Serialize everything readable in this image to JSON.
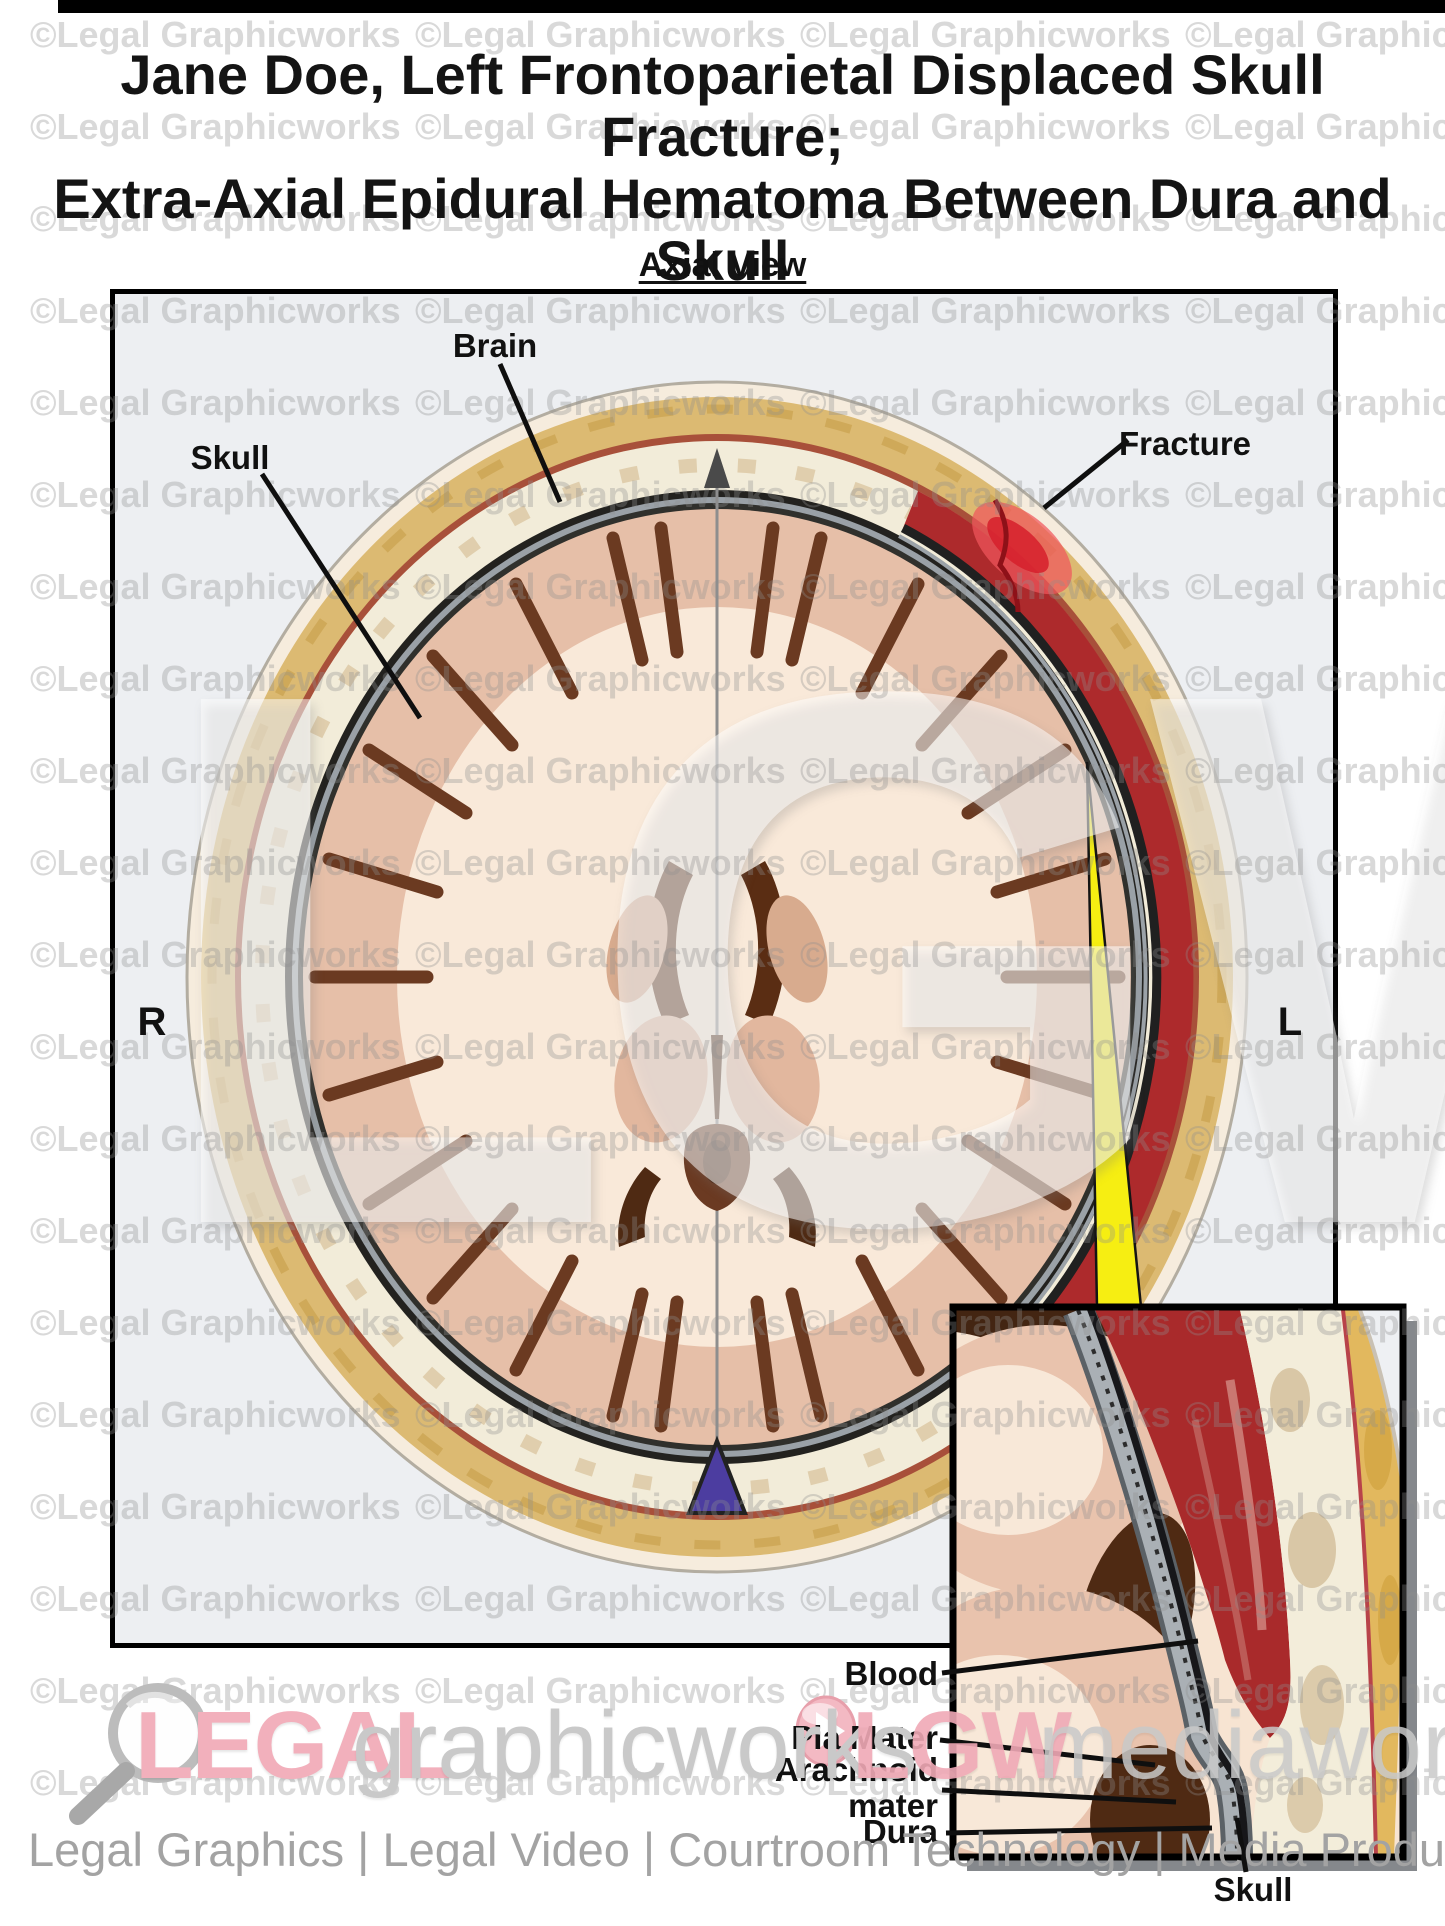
{
  "page": {
    "title_line1": "Jane Doe, Left Frontoparietal Displaced Skull Fracture;",
    "title_line2": "Extra-Axial Epidural Hematoma Between Dura and Skull",
    "view_label": "Axial View"
  },
  "orientation": {
    "right_marker": "R",
    "left_marker": "L"
  },
  "anatomy_labels": {
    "brain": "Brain",
    "skull": "Skull",
    "fracture": "Fracture"
  },
  "inset_labels": {
    "blood": "Blood",
    "pia_mater": "Pia Mater",
    "arachnoid_mater": "Arachnoid mater",
    "dura": "Dura",
    "skull": "Skull"
  },
  "watermark": {
    "text": "©Legal Graphicworks",
    "tile_color": "#8f8f8f",
    "tile_opacity": 0.33,
    "font_size": 36,
    "col_xs": [
      30,
      415,
      800,
      1185
    ],
    "row_start": 14,
    "row_step": 92,
    "row_count": 20,
    "big_text": "LGW"
  },
  "footer": {
    "graphicworks_brand": {
      "bold": "LEGAL",
      "light": "graphicworks"
    },
    "mediaworks_brand": {
      "bold": "LGW",
      "light": "mediaworks"
    },
    "tagline": "Legal Graphics | Legal Video | Courtroom Technology | Media Production"
  },
  "colors": {
    "frame_background": "#edeff2",
    "frame_border": "#000000",
    "bone_outer_yellow": "#dcba72",
    "bone_inner_cream": "#f2ecd9",
    "brain_cortex": "#e6bfa8",
    "brain_white_matter": "#f9e9d9",
    "sulci_brown": "#6b3a21",
    "hematoma_red": "#ad2a2c",
    "fracture_red": "#e0393f",
    "dura_gray": "#9aa1a7",
    "sinus_blue": "#4c3da0",
    "callout_yellow": "#f6ee12",
    "brand_pink": "#f2b0bc",
    "brand_gray": "#c9c9c9"
  }
}
